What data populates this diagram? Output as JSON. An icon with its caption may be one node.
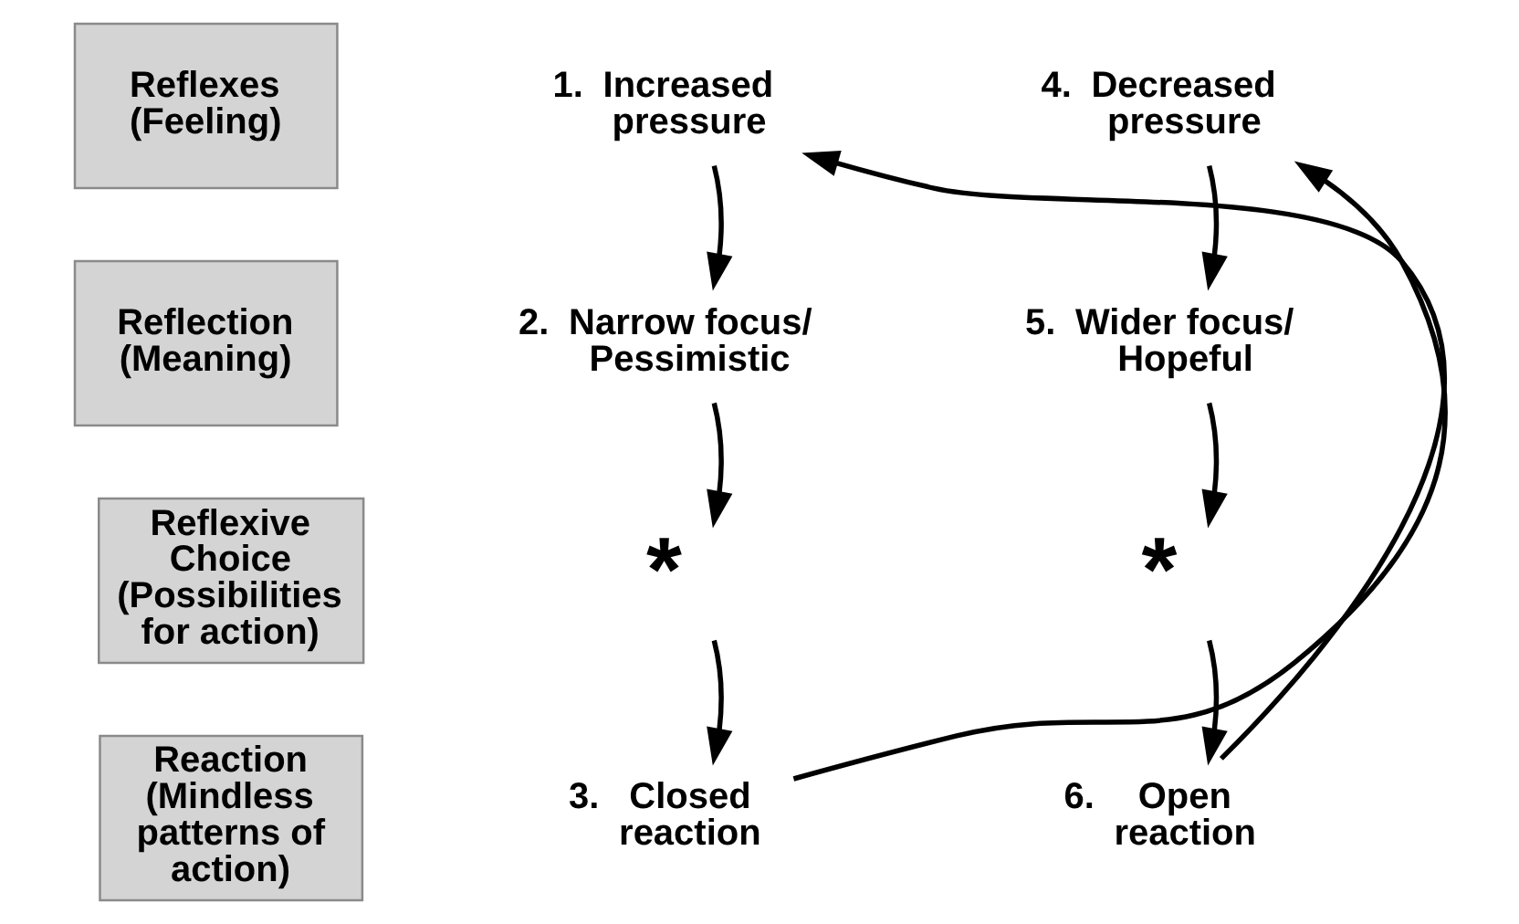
{
  "diagram": {
    "nodes": [
      {
        "text": [
          "Reflexes (Feeling)"
        ]
      },
      {
        "text": [
          "Reflection (Meaning)"
        ]
      },
      {
        "text": [
          "Reflexive Choice (Possibilities for action)"
        ]
      },
      {
        "text": [
          "Reaction (Mindless patterns of action)"
        ]
      },
      {
        "text": [
          "Increased pressure"
        ],
        "beside": [
          "1."
        ]
      },
      {
        "text": [
          "Narrow focus/ Pessimistic"
        ],
        "beside": [
          "2."
        ]
      },
      {
        "text": [
          "*"
        ]
      },
      {
        "text": [
          "Closed reaction"
        ],
        "beside": [
          "3."
        ]
      },
      {
        "text": [
          "Decreased pressure"
        ],
        "beside": [
          "4."
        ]
      },
      {
        "text": [
          "Wider focus/ Hopeful"
        ],
        "beside": [
          "5."
        ]
      },
      {
        "text": [
          "*"
        ]
      },
      {
        "text": [
          "Open reaction"
        ],
        "beside": [
          "6."
        ]
      }
    ],
    "edges": [
      {
        "from": 4,
        "to": 5,
        "arrow": "to"
      },
      {
        "from": 5,
        "to": 6,
        "arrow": "to"
      },
      {
        "from": 6,
        "to": 7,
        "arrow": "to"
      },
      {
        "from": 7,
        "to": 8,
        "arrow": "to"
      },
      {
        "from": 11,
        "to": 4,
        "arrow": "to"
      },
      {
        "from": 8,
        "to": 9,
        "arrow": "to"
      },
      {
        "from": 9,
        "to": 10,
        "arrow": "to"
      },
      {
        "from": 10,
        "to": 11,
        "arrow": "to"
      }
    ]
  }
}
